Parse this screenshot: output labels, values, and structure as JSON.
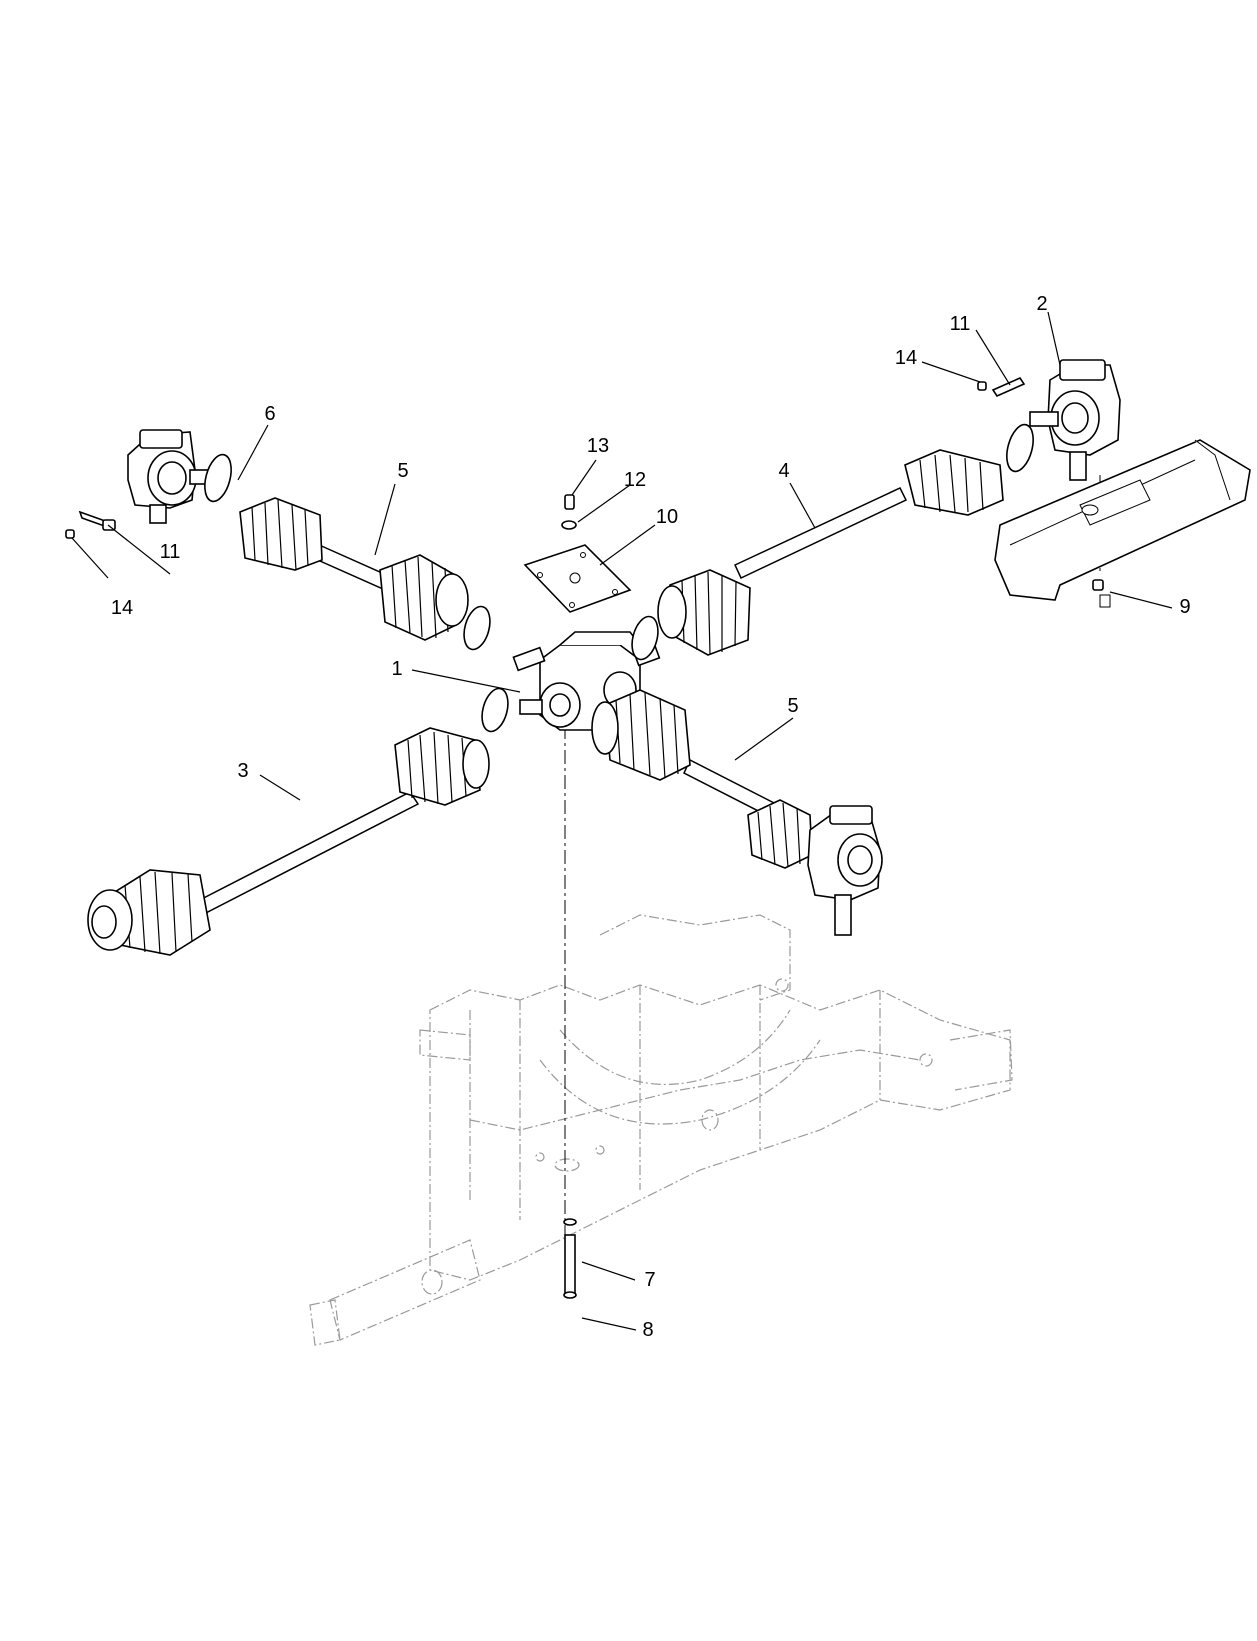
{
  "diagram": {
    "callouts": [
      {
        "id": "c1",
        "label": "1"
      },
      {
        "id": "c2",
        "label": "2"
      },
      {
        "id": "c3",
        "label": "3"
      },
      {
        "id": "c4",
        "label": "4"
      },
      {
        "id": "c5a",
        "label": "5"
      },
      {
        "id": "c5b",
        "label": "5"
      },
      {
        "id": "c6",
        "label": "6"
      },
      {
        "id": "c7",
        "label": "7"
      },
      {
        "id": "c8",
        "label": "8"
      },
      {
        "id": "c9",
        "label": "9"
      },
      {
        "id": "c10",
        "label": "10"
      },
      {
        "id": "c11a",
        "label": "11"
      },
      {
        "id": "c11b",
        "label": "11"
      },
      {
        "id": "c12",
        "label": "12"
      },
      {
        "id": "c13",
        "label": "13"
      },
      {
        "id": "c14a",
        "label": "14"
      },
      {
        "id": "c14b",
        "label": "14"
      }
    ]
  }
}
